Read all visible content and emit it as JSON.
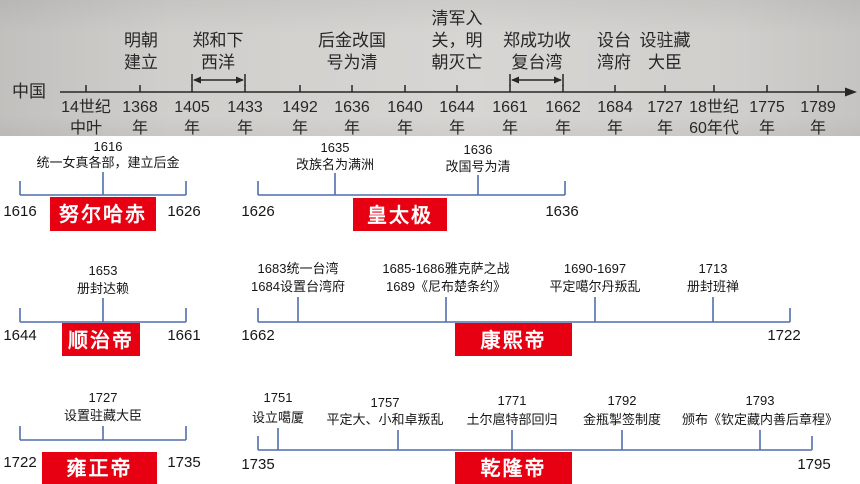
{
  "textbook_timeline": {
    "region_label": "中国",
    "events": [
      {
        "lines": [
          "明朝",
          "建立"
        ]
      },
      {
        "lines": [
          "郑和下",
          "西洋"
        ]
      },
      {
        "lines": [
          "后金改国",
          "号为清"
        ]
      },
      {
        "lines": [
          "清军入",
          "关，明",
          "朝灭亡"
        ]
      },
      {
        "lines": [
          "郑成功收",
          "复台湾"
        ]
      },
      {
        "lines": [
          "设台",
          "湾府"
        ]
      },
      {
        "lines": [
          "设驻藏",
          "大臣"
        ]
      }
    ],
    "years": [
      {
        "lines": [
          "14世纪",
          "中叶"
        ]
      },
      {
        "lines": [
          "1368",
          "年"
        ]
      },
      {
        "lines": [
          "1405",
          "年"
        ]
      },
      {
        "lines": [
          "1433",
          "年"
        ]
      },
      {
        "lines": [
          "1492",
          "年"
        ]
      },
      {
        "lines": [
          "1636",
          "年"
        ]
      },
      {
        "lines": [
          "1640",
          "年"
        ]
      },
      {
        "lines": [
          "1644",
          "年"
        ]
      },
      {
        "lines": [
          "1661",
          "年"
        ]
      },
      {
        "lines": [
          "1662",
          "年"
        ]
      },
      {
        "lines": [
          "1684",
          "年"
        ]
      },
      {
        "lines": [
          "1727",
          "年"
        ]
      },
      {
        "lines": [
          "18世纪",
          "60年代"
        ]
      },
      {
        "lines": [
          "1775",
          "年"
        ]
      },
      {
        "lines": [
          "1789",
          "年"
        ]
      }
    ]
  },
  "emperors": [
    {
      "name": "努尔哈赤",
      "start": "1616",
      "end": "1626",
      "events": [
        {
          "lines": [
            "1616",
            "统一女真各部，建立后金"
          ]
        }
      ]
    },
    {
      "name": "皇太极",
      "start": "1626",
      "end": "1636",
      "events": [
        {
          "lines": [
            "1635",
            "改族名为满洲"
          ]
        },
        {
          "lines": [
            "1636",
            "改国号为清"
          ]
        }
      ]
    },
    {
      "name": "顺治帝",
      "start": "1644",
      "end": "1661",
      "events": [
        {
          "lines": [
            "1653",
            "册封达赖"
          ]
        }
      ]
    },
    {
      "name": "康熙帝",
      "start": "1662",
      "end": "1722",
      "events": [
        {
          "lines": [
            "1683统一台湾",
            "1684设置台湾府"
          ]
        },
        {
          "lines": [
            "1685-1686雅克萨之战",
            "1689《尼布楚条约》"
          ]
        },
        {
          "lines": [
            "1690-1697",
            "平定噶尔丹叛乱"
          ]
        },
        {
          "lines": [
            "1713",
            "册封班禅"
          ]
        }
      ]
    },
    {
      "name": "雍正帝",
      "start": "1722",
      "end": "1735",
      "events": [
        {
          "lines": [
            "1727",
            "设置驻藏大臣"
          ]
        }
      ]
    },
    {
      "name": "乾隆帝",
      "start": "1735",
      "end": "1795",
      "events": [
        {
          "lines": [
            "1751",
            "设立噶厦"
          ]
        },
        {
          "lines": [
            "1757",
            "平定大、小和卓叛乱"
          ]
        },
        {
          "lines": [
            "1771",
            "土尔扈特部回归"
          ]
        },
        {
          "lines": [
            "1792",
            "金瓶掣签制度"
          ]
        },
        {
          "lines": [
            "1793",
            "颁布《钦定藏内善后章程》"
          ]
        }
      ]
    }
  ],
  "colors": {
    "emperor_box": "#e60012",
    "emperor_text": "#ffffff",
    "timeline_line": "#4f6fae",
    "photo_background": "#d5d3d0",
    "photo_ink": "#272727",
    "label_text": "#161616"
  }
}
